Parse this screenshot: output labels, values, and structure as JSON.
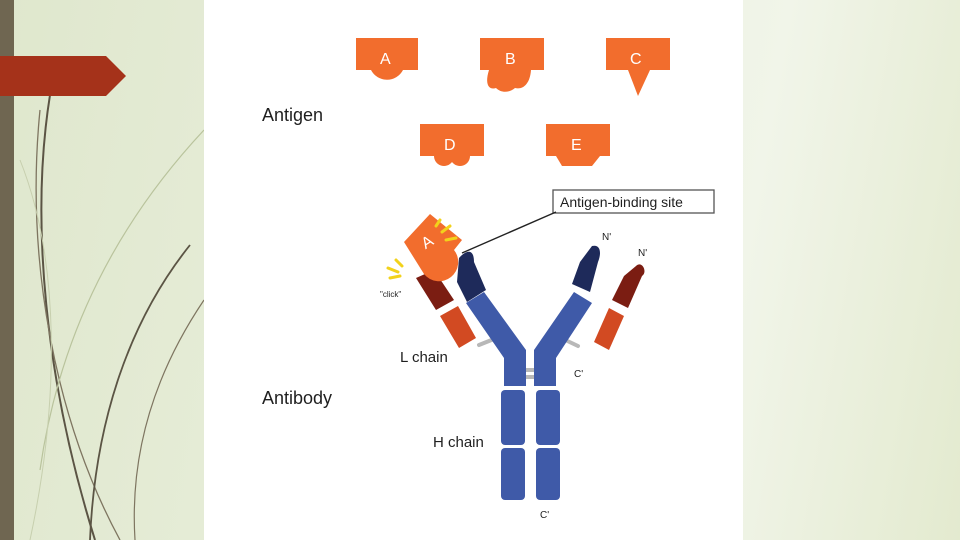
{
  "antigen_section": {
    "label": "Antigen",
    "shapes": [
      {
        "letter": "A"
      },
      {
        "letter": "B"
      },
      {
        "letter": "C"
      },
      {
        "letter": "D"
      },
      {
        "letter": "E"
      }
    ]
  },
  "antibody_section": {
    "label": "Antibody",
    "binding_site_label": "Antigen-binding site",
    "bound_antigen_letter": "A",
    "click_label": "\"click\"",
    "l_chain_label": "L chain",
    "h_chain_label": "H chain",
    "n_term_label_1": "N'",
    "n_term_label_2": "N'",
    "c_term_label_1": "C'",
    "c_term_label_2": "C'"
  },
  "colors": {
    "antigen_orange": "#f26d2d",
    "heavy_chain_blue": "#3f5aa8",
    "variable_dark_navy": "#1e2a5a",
    "light_chain_dark_red": "#7b1d12",
    "light_chain_orange_red": "#d24a22",
    "slide_accent_red": "#a5321a",
    "slide_bar": "#6f6651",
    "spark_yellow": "#f2d21b"
  }
}
